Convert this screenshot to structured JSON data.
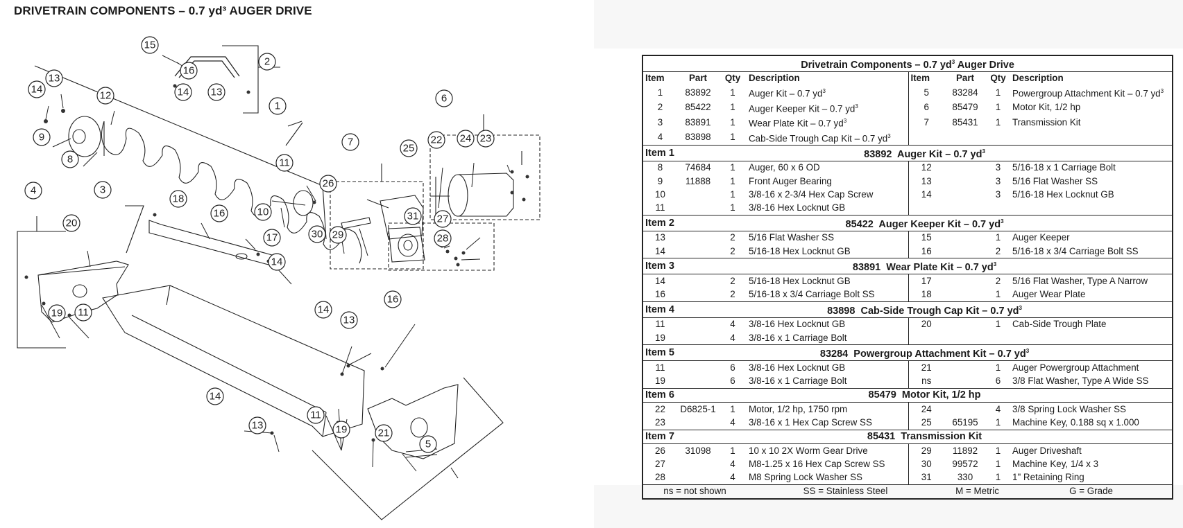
{
  "page_title": "DRIVETRAIN COMPONENTS – 0.7 yd³ AUGER DRIVE",
  "diagram_callouts": {
    "c1": "1",
    "c2": "2",
    "c3": "3",
    "c4": "4",
    "c5": "5",
    "c6": "6",
    "c7": "7",
    "c8": "8",
    "c9": "9",
    "c10": "10",
    "c11a": "11",
    "c11b": "11",
    "c11c": "11",
    "c12": "12",
    "c13a": "13",
    "c13b": "13",
    "c13c": "13",
    "c13d": "13",
    "c14a": "14",
    "c14b": "14",
    "c14c": "14",
    "c14d": "14",
    "c14e": "14",
    "c15": "15",
    "c16a": "16",
    "c16b": "16",
    "c16c": "16",
    "c17": "17",
    "c18": "18",
    "c19a": "19",
    "c19b": "19",
    "c20": "20",
    "c21": "21",
    "c22": "22",
    "c23": "23",
    "c24": "24",
    "c25": "25",
    "c26": "26",
    "c27": "27",
    "c28": "28",
    "c29": "29",
    "c30": "30",
    "c31": "31"
  },
  "table": {
    "title": "Drivetrain Components – 0.7 yd³ Auger Drive",
    "headers": [
      "Item",
      "Part",
      "Qty",
      "Description",
      "Item",
      "Part",
      "Qty",
      "Description"
    ],
    "main_rows": [
      [
        "1",
        "83892",
        "1",
        "Auger Kit – 0.7 yd³",
        "5",
        "83284",
        "1",
        "Powergroup Attachment Kit – 0.7 yd³"
      ],
      [
        "2",
        "85422",
        "1",
        "Auger Keeper Kit – 0.7 yd³",
        "6",
        "85479",
        "1",
        "Motor Kit, 1/2 hp"
      ],
      [
        "3",
        "83891",
        "1",
        "Wear Plate Kit – 0.7 yd³",
        "7",
        "85431",
        "1",
        "Transmission Kit"
      ],
      [
        "4",
        "83898",
        "1",
        "Cab-Side Trough Cap Kit – 0.7 yd³",
        "",
        "",
        "",
        ""
      ]
    ],
    "kits": [
      {
        "item": "Item 1",
        "title": "83892  Auger Kit – 0.7 yd³",
        "rows": [
          [
            "8",
            "74684",
            "1",
            "Auger, 60 x 6 OD",
            "12",
            "",
            "3",
            "5/16-18 x 1 Carriage Bolt"
          ],
          [
            "9",
            "11888",
            "1",
            "Front Auger Bearing",
            "13",
            "",
            "3",
            "5/16 Flat Washer SS"
          ],
          [
            "10",
            "",
            "1",
            "3/8-16 x 2-3/4 Hex Cap Screw",
            "14",
            "",
            "3",
            "5/16-18 Hex Locknut GB"
          ],
          [
            "11",
            "",
            "1",
            "3/8-16 Hex Locknut GB",
            "",
            "",
            "",
            ""
          ]
        ]
      },
      {
        "item": "Item 2",
        "title": "85422  Auger Keeper Kit – 0.7 yd³",
        "rows": [
          [
            "13",
            "",
            "2",
            "5/16 Flat Washer SS",
            "15",
            "",
            "1",
            "Auger Keeper"
          ],
          [
            "14",
            "",
            "2",
            "5/16-18 Hex Locknut GB",
            "16",
            "",
            "2",
            "5/16-18 x 3/4 Carriage Bolt SS"
          ]
        ]
      },
      {
        "item": "Item 3",
        "title": "83891  Wear Plate Kit – 0.7 yd³",
        "rows": [
          [
            "14",
            "",
            "2",
            "5/16-18 Hex Locknut GB",
            "17",
            "",
            "2",
            "5/16 Flat Washer, Type A Narrow"
          ],
          [
            "16",
            "",
            "2",
            "5/16-18 x 3/4 Carriage Bolt SS",
            "18",
            "",
            "1",
            "Auger Wear Plate"
          ]
        ]
      },
      {
        "item": "Item 4",
        "title": "83898  Cab-Side Trough Cap Kit – 0.7 yd³",
        "rows": [
          [
            "11",
            "",
            "4",
            "3/8-16 Hex Locknut GB",
            "20",
            "",
            "1",
            "Cab-Side Trough Plate"
          ],
          [
            "19",
            "",
            "4",
            "3/8-16 x 1 Carriage Bolt",
            "",
            "",
            "",
            ""
          ]
        ]
      },
      {
        "item": "Item 5",
        "title": "83284  Powergroup Attachment Kit – 0.7 yd³",
        "rows": [
          [
            "11",
            "",
            "6",
            "3/8-16 Hex Locknut GB",
            "21",
            "",
            "1",
            "Auger Powergroup Attachment"
          ],
          [
            "19",
            "",
            "6",
            "3/8-16 x 1 Carriage Bolt",
            "ns",
            "",
            "6",
            "3/8 Flat Washer, Type A Wide SS"
          ]
        ]
      },
      {
        "item": "Item 6",
        "title": "85479  Motor Kit, 1/2 hp",
        "rows": [
          [
            "22",
            "D6825-1",
            "1",
            "Motor, 1/2 hp, 1750 rpm",
            "24",
            "",
            "4",
            "3/8 Spring Lock Washer SS"
          ],
          [
            "23",
            "",
            "4",
            "3/8-16 x 1 Hex Cap Screw SS",
            "25",
            "65195",
            "1",
            "Machine Key, 0.188 sq x 1.000"
          ]
        ]
      },
      {
        "item": "Item 7",
        "title": "85431  Transmission Kit",
        "rows": [
          [
            "26",
            "31098",
            "1",
            "10 x 10 2X Worm Gear Drive",
            "29",
            "11892",
            "1",
            "Auger Driveshaft"
          ],
          [
            "27",
            "",
            "4",
            "M8-1.25 x 16 Hex Cap Screw SS",
            "30",
            "99572",
            "1",
            "Machine Key, 1/4 x 3"
          ],
          [
            "28",
            "",
            "4",
            "M8 Spring Lock Washer SS",
            "31",
            "330",
            "1",
            "1\" Retaining Ring"
          ]
        ]
      }
    ],
    "footer": [
      "ns = not shown",
      "SS = Stainless Steel",
      "M = Metric",
      "G = Grade"
    ]
  }
}
